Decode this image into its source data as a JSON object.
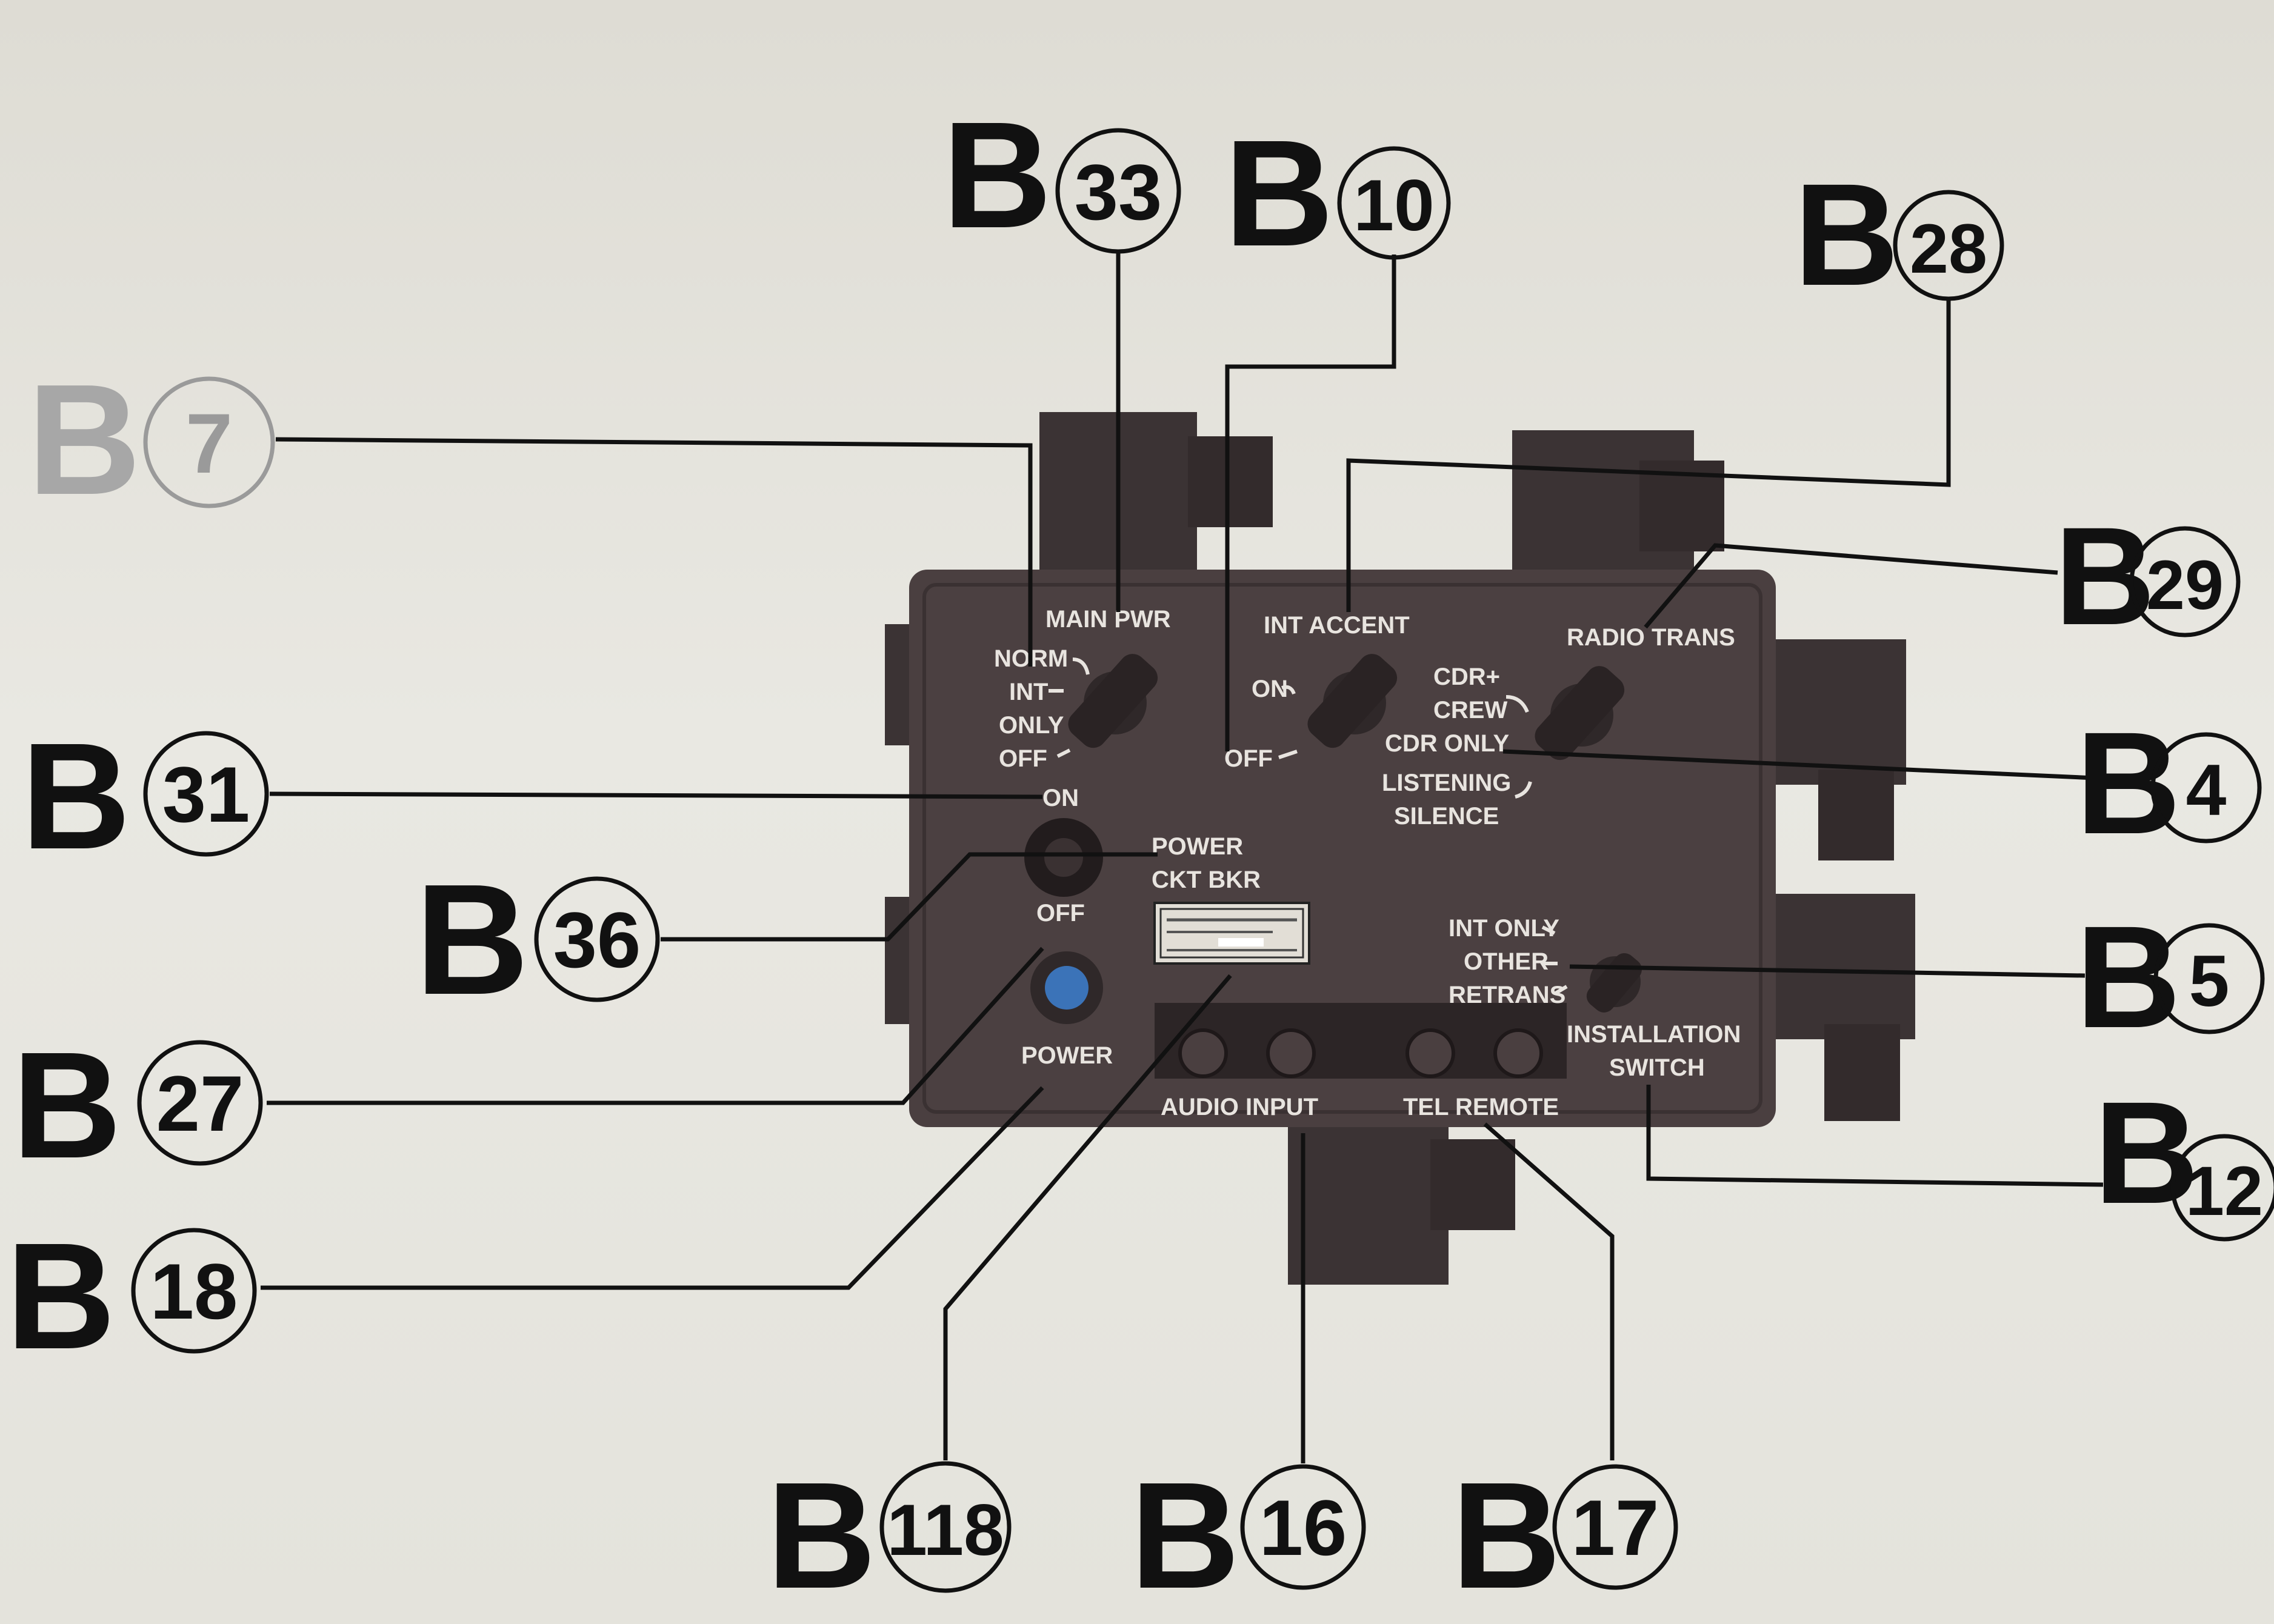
{
  "colors": {
    "background": "#e6e5df",
    "ink": "#111111",
    "faded_ink": "#9a9a9a",
    "panel": "#4a3f40",
    "panel_dark": "#2f2829",
    "panel_text": "#e8e4df",
    "indicator": "#3b73b8"
  },
  "callouts": [
    {
      "letter": "B",
      "number": "33"
    },
    {
      "letter": "B",
      "number": "10"
    },
    {
      "letter": "B",
      "number": "28"
    },
    {
      "letter": "B",
      "number": "7"
    },
    {
      "letter": "B",
      "number": "29"
    },
    {
      "letter": "B",
      "number": "31"
    },
    {
      "letter": "B",
      "number": "4"
    },
    {
      "letter": "B",
      "number": "36"
    },
    {
      "letter": "B",
      "number": "5"
    },
    {
      "letter": "B",
      "number": "27"
    },
    {
      "letter": "B",
      "number": "12"
    },
    {
      "letter": "B",
      "number": "18"
    },
    {
      "letter": "B",
      "number": "118"
    },
    {
      "letter": "B",
      "number": "16"
    },
    {
      "letter": "B",
      "number": "17"
    }
  ],
  "panel": {
    "main_pwr": "MAIN PWR",
    "int_accent": "INT ACCENT",
    "radio_trans": "RADIO TRANS",
    "norm": "NORM",
    "int": "INT",
    "only": "ONLY",
    "off_main": "OFF",
    "on_accent": "ON",
    "off_accent": "OFF",
    "cdr_plus": "CDR+",
    "crew": "CREW",
    "cdr_only": "CDR ONLY",
    "listening": "LISTENING",
    "silence": "SILENCE",
    "on_breaker": "ON",
    "power_breaker": "POWER",
    "ckt_bkr": "CKT BKR",
    "off_breaker": "OFF",
    "power_indicator": "POWER",
    "int_only": "INT ONLY",
    "other": "OTHER",
    "retrans": "RETRANS",
    "installation": "INSTALLATION",
    "switch": "SWITCH",
    "audio_input": "AUDIO INPUT",
    "tel_remote": "TEL REMOTE"
  }
}
